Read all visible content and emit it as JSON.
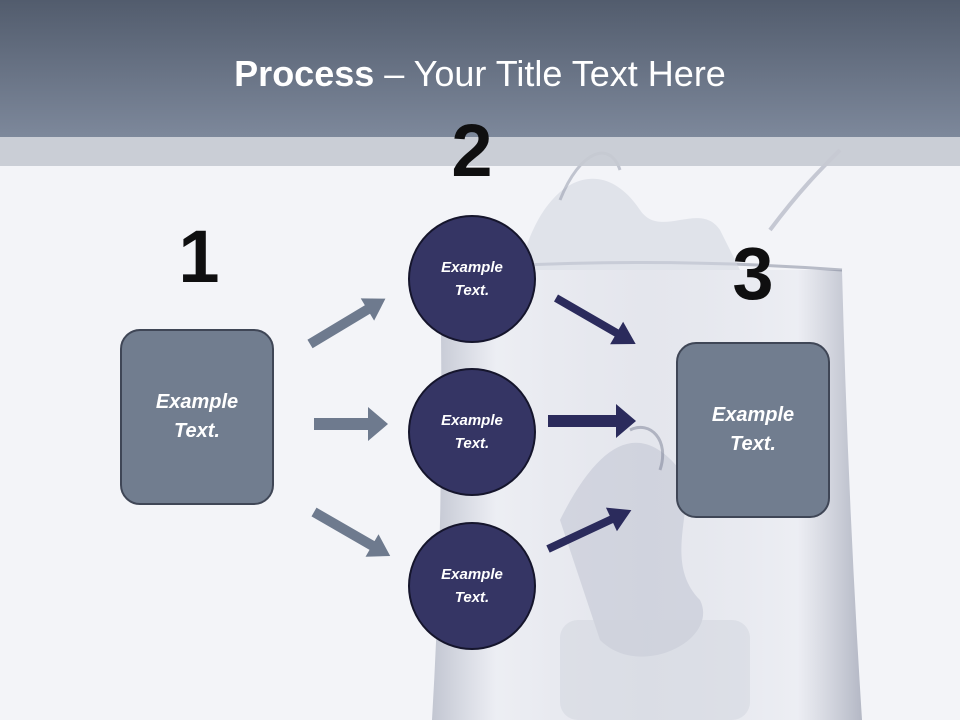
{
  "title": {
    "bold": "Process",
    "rest": " – Your Title Text Here"
  },
  "steps": [
    {
      "number": "1",
      "text_line1": "Example",
      "text_line2": "Text."
    },
    {
      "number": "2",
      "text_line1": "Example",
      "text_line2": "Text."
    },
    {
      "number": "3",
      "text_line1": "Example",
      "text_line2": "Text."
    }
  ],
  "circles": [
    {
      "text_line1": "Example",
      "text_line2": "Text."
    },
    {
      "text_line1": "Example",
      "text_line2": "Text."
    },
    {
      "text_line1": "Example",
      "text_line2": "Text."
    }
  ],
  "colors": {
    "header": "#5f697b",
    "box_fill": "#717d8f",
    "circle_fill": "#353564",
    "arrow_left": "#6e7a8e",
    "arrow_right": "#2b2b5c"
  }
}
